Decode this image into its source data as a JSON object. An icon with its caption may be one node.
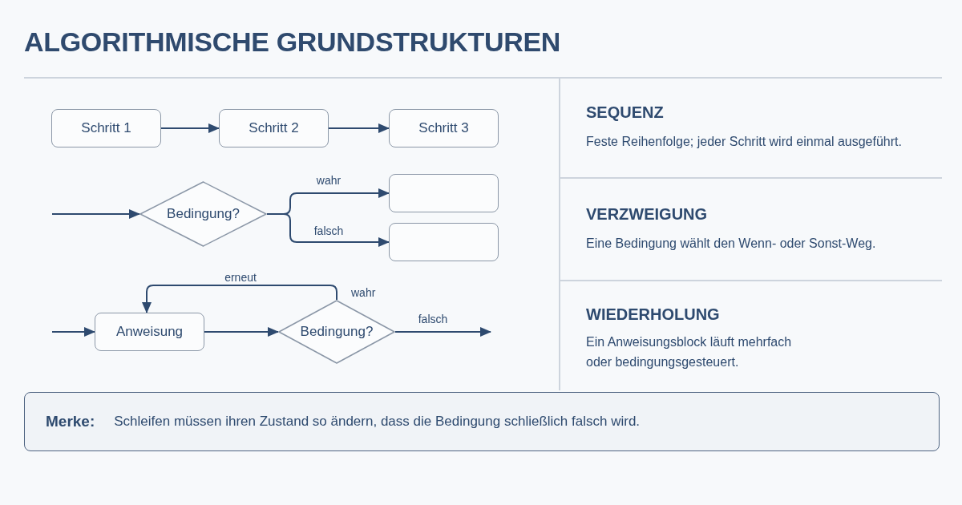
{
  "diagram": {
    "title": "ALGORITHMISCHE GRUNDSTRUKTUREN",
    "nodes": [
      {
        "text": [
          "Schritt 1"
        ]
      },
      {
        "text": [
          "Schritt 2"
        ]
      },
      {
        "text": [
          "Schritt 3"
        ]
      },
      {
        "text": [
          "Bedingung?"
        ]
      },
      {
        "text": [],
        "shape": "box"
      },
      {
        "text": [],
        "shape": "box"
      },
      {
        "text": [
          "Anweisung"
        ]
      },
      {
        "text": [
          "Bedingung?"
        ]
      },
      {
        "text": [
          "Merke:",
          "Schleifen müssen ihren Zustand so ändern, dass die Bedingung schließlich falsch wird."
        ]
      }
    ],
    "edges": [
      {
        "from": 0,
        "to": 1,
        "arrow": "to"
      },
      {
        "from": 1,
        "to": 2,
        "arrow": "to"
      },
      {
        "from": null,
        "to": 3,
        "arrow": "to"
      },
      {
        "from": 3,
        "to": 4,
        "arrow": "to",
        "label": "wahr"
      },
      {
        "from": 3,
        "to": 5,
        "arrow": "to",
        "label": "falsch"
      },
      {
        "from": null,
        "to": 6,
        "arrow": "to"
      },
      {
        "from": 6,
        "to": 7,
        "arrow": "to"
      },
      {
        "from": 7,
        "to": 6,
        "arrow": "to",
        "label": "erneut"
      },
      {
        "from": 7,
        "to": null,
        "arrow": "to",
        "label": "falsch"
      }
    ],
    "labels": [
      "wahr",
      "SEQUENZ",
      "Feste Reihenfolge; jeder Schritt wird einmal ausgeführt.",
      "VERZWEIGUNG",
      "Eine Bedingung wählt den Wenn- oder Sonst-Weg.",
      "WIEDERHOLUNG",
      "Ein Anweisungsblock läuft mehrfach oder bedingungsgesteuert."
    ]
  }
}
